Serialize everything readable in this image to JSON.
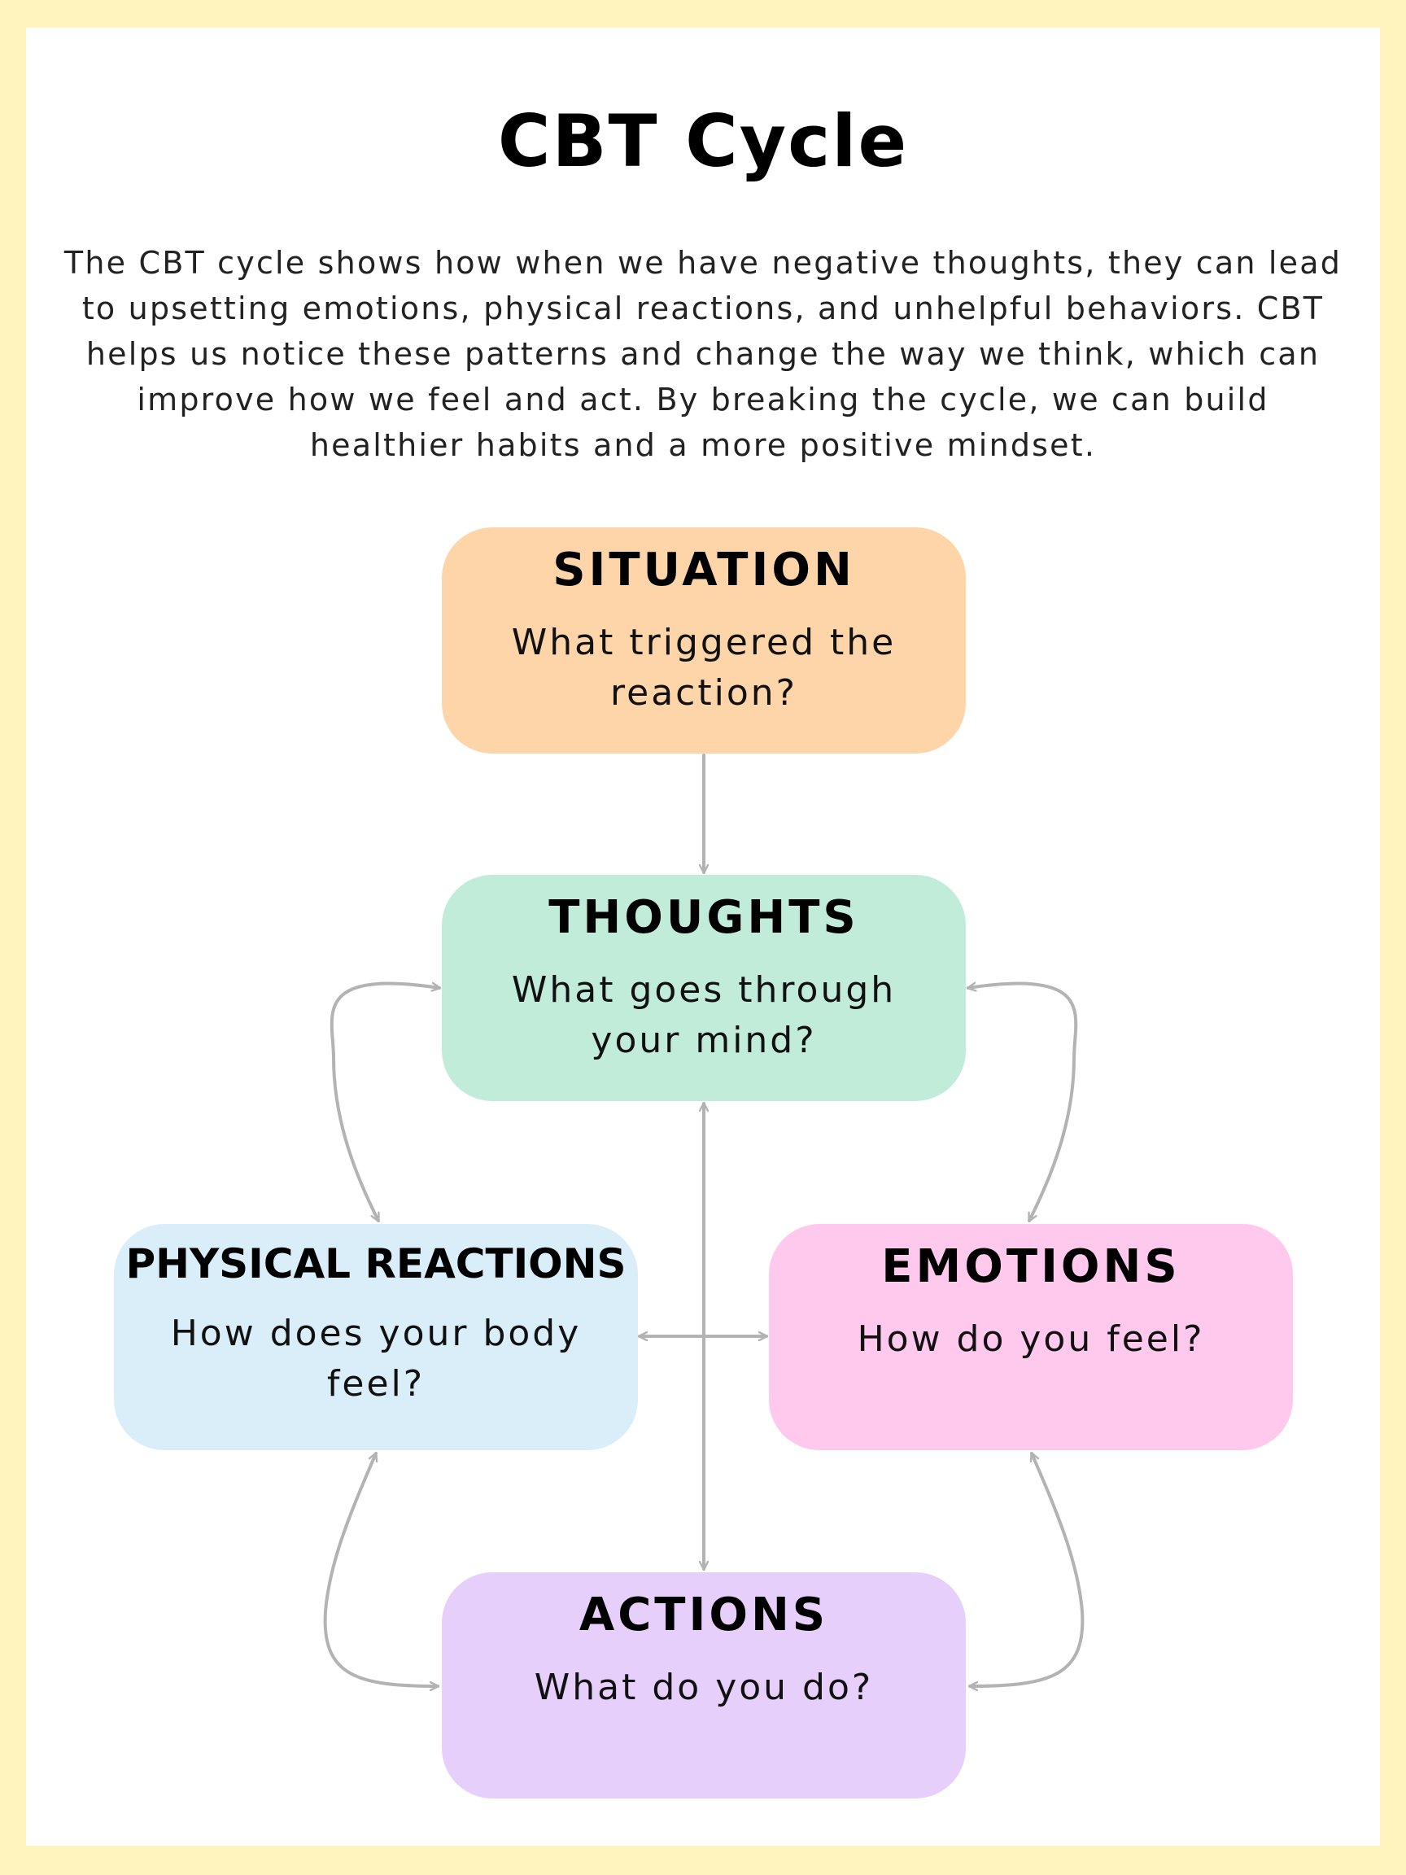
{
  "title": "CBT Cycle",
  "intro": "The CBT cycle shows how when we have negative thoughts, they can lead to upsetting emotions, physical reactions, and unhelpful behaviors. CBT helps us notice these patterns and change the way we think, which can improve how we feel and act. By breaking the cycle, we can build healthier habits and a more positive mindset.",
  "colors": {
    "border": "#fff3be",
    "situation": "#fdd5a8",
    "thoughts": "#c2ecda",
    "physical": "#d9eef8",
    "emotions": "#fec9ec",
    "actions": "#e7cffb",
    "arrow": "#b3b3b3"
  },
  "nodes": {
    "situation": {
      "label": "SITUATION",
      "question": "What triggered the reaction?"
    },
    "thoughts": {
      "label": "THOUGHTS",
      "question": "What goes through your mind?"
    },
    "physical": {
      "label": "PHYSICAL REACTIONS",
      "question": "How does your body feel?"
    },
    "emotions": {
      "label": "EMOTIONS",
      "question": "How do you feel?"
    },
    "actions": {
      "label": "ACTIONS",
      "question": "What do you do?"
    }
  }
}
